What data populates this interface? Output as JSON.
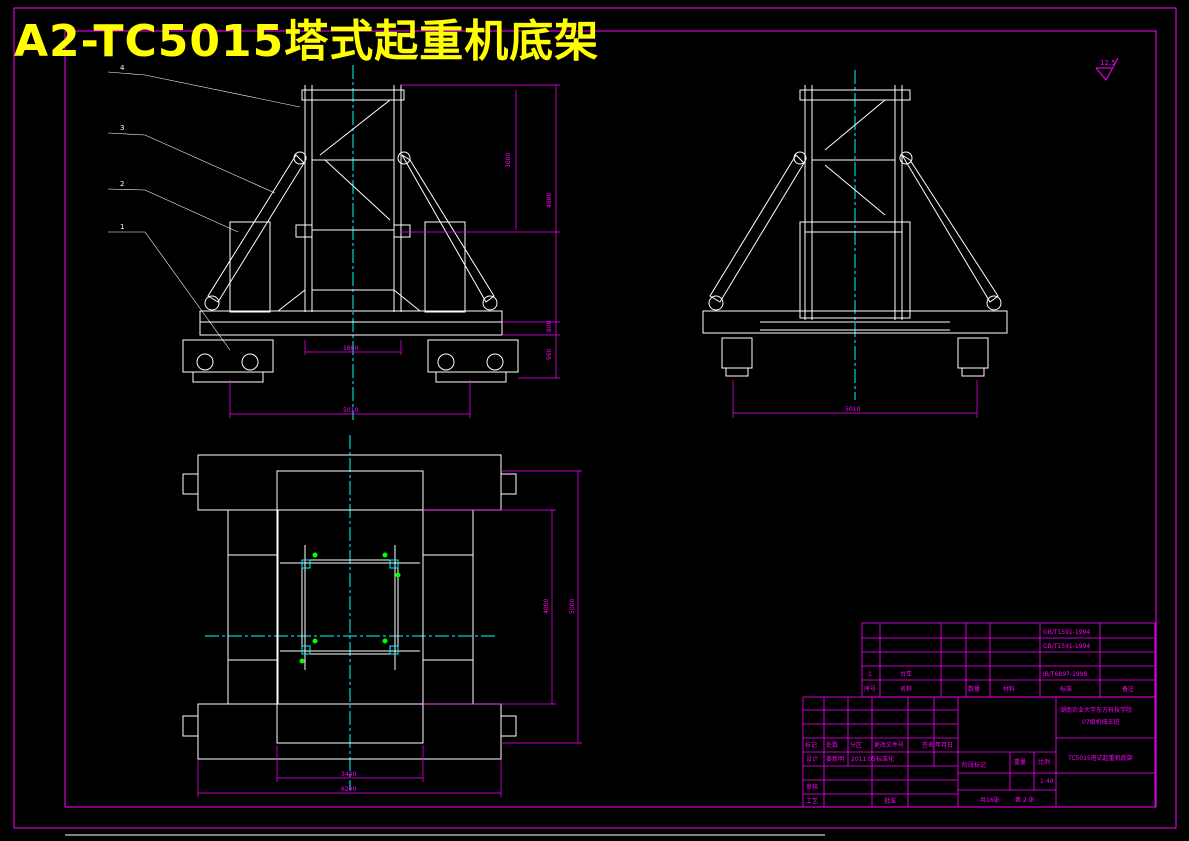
{
  "title": "A2-TC5015塔式起重机底架",
  "colors": {
    "background": "#000000",
    "frame": "#ff00ff",
    "geometry": "#ffffff",
    "centerline": "#00ffff",
    "title": "#ffff00",
    "bolts": "#00ff00"
  },
  "front_view": {
    "callouts": [
      "4",
      "3",
      "2",
      "1"
    ],
    "dims": {
      "height_total": "4880",
      "height_upper": "3000",
      "h_small_1": "800",
      "h_small_2": "960",
      "inner_width": "1600",
      "outer_width": "5010"
    }
  },
  "side_view": {
    "dims": {
      "outer_width": "5010"
    }
  },
  "plan_view": {
    "dims": {
      "inner_height": "4000",
      "outer_height": "5000",
      "inner_width": "3400",
      "outer_width": "6200"
    }
  },
  "roughness_mark": "12.5",
  "parts_list": {
    "standards": [
      "GB/T1591-1994",
      "GB/T1591-1994",
      "JB/T6897-1998"
    ],
    "row": {
      "seq": "1",
      "name": "台车"
    },
    "headers": [
      "序号",
      "名称",
      "数量",
      "材料",
      "标准",
      "备注"
    ]
  },
  "title_block": {
    "school": "湖南农业大学东方科技学院",
    "class": "07级机械五班",
    "drawing_name": "TC5015塔式起重机底架",
    "rev_headers": [
      "标记",
      "处数",
      "分区",
      "更改文件号",
      "签名",
      "年月日"
    ],
    "design_label": "设计",
    "designer": "姜新明",
    "date": "2011.05",
    "standardization_label": "标准化",
    "review_label": "审核",
    "process_label": "工艺",
    "approve_label": "批准",
    "stage_label": "阶段标记",
    "weight_label": "重量",
    "scale_label": "比例",
    "scale": "1:40",
    "sheets": "共16张",
    "sheet_no": "第 2 张"
  }
}
